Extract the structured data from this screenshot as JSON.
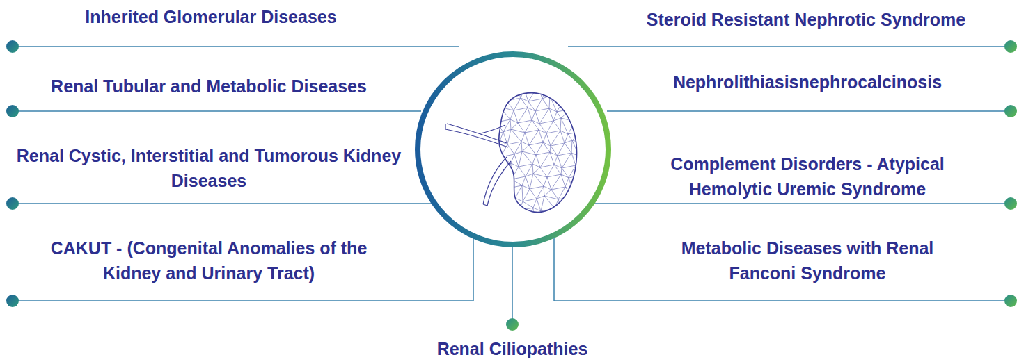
{
  "diagram": {
    "labels": [
      "Inherited Glomerular Diseases",
      "Renal Tubular and Metabolic Diseases",
      "Renal Cystic, Interstitial and Tumorous Kidney Diseases",
      "CAKUT - (Congenital Anomalies of the Kidney and Urinary Tract)",
      "Steroid Resistant Nephrotic Syndrome",
      "Nephrolithiasisnephrocalcinosis",
      "Complement Disorders - Atypical Hemolytic Uremic Syndrome",
      "Metabolic Diseases with Renal Fanconi Syndrome",
      "Renal Ciliopathies"
    ]
  }
}
